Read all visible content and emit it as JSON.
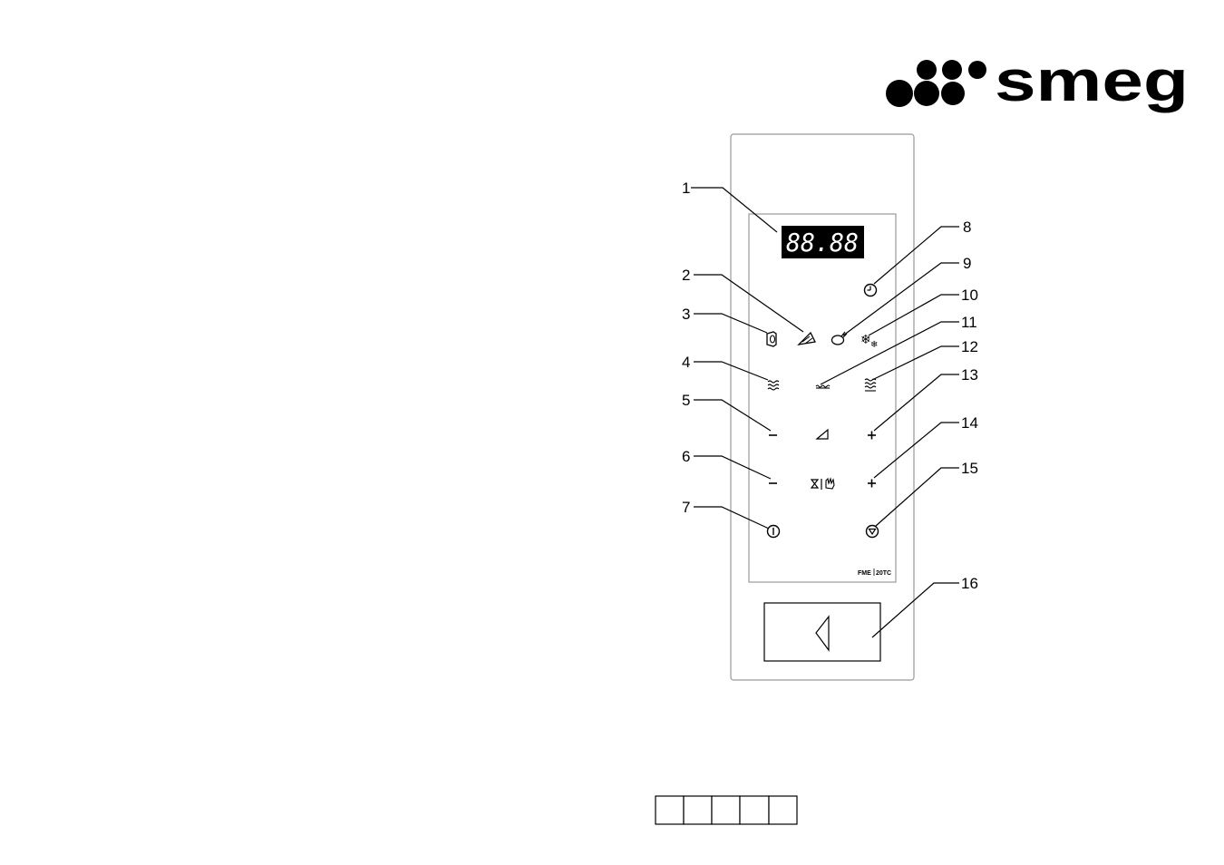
{
  "brand": {
    "name": "smeg"
  },
  "display": {
    "text": "88.88"
  },
  "model": {
    "left": "FME",
    "right": "20TC"
  },
  "callouts": [
    "1",
    "2",
    "3",
    "4",
    "5",
    "6",
    "7",
    "8",
    "9",
    "10",
    "11",
    "12",
    "13",
    "14",
    "15",
    "16"
  ],
  "colors": {
    "ink": "#000000",
    "panel_line": "#999999",
    "display_bg": "#000000",
    "display_digits": "#ffffff"
  },
  "icons": {
    "c2": "pizza-icon",
    "c3": "grill-icon",
    "c8": "clock-icon",
    "c9": "chicken-icon",
    "c10": "defrost-icon",
    "c11": "low-heat-icon",
    "c12": "microwave-high-icon",
    "c4": "microwave-low-icon",
    "c5": "minus-icon",
    "c13": "plus-icon",
    "c6": "minus-icon",
    "c14": "plus-icon",
    "c7": "power-icon",
    "c15": "stop-icon",
    "c16": "door-open-icon",
    "weight": "weight-triangle-icon",
    "timer": "hourglass-hand-icon"
  }
}
